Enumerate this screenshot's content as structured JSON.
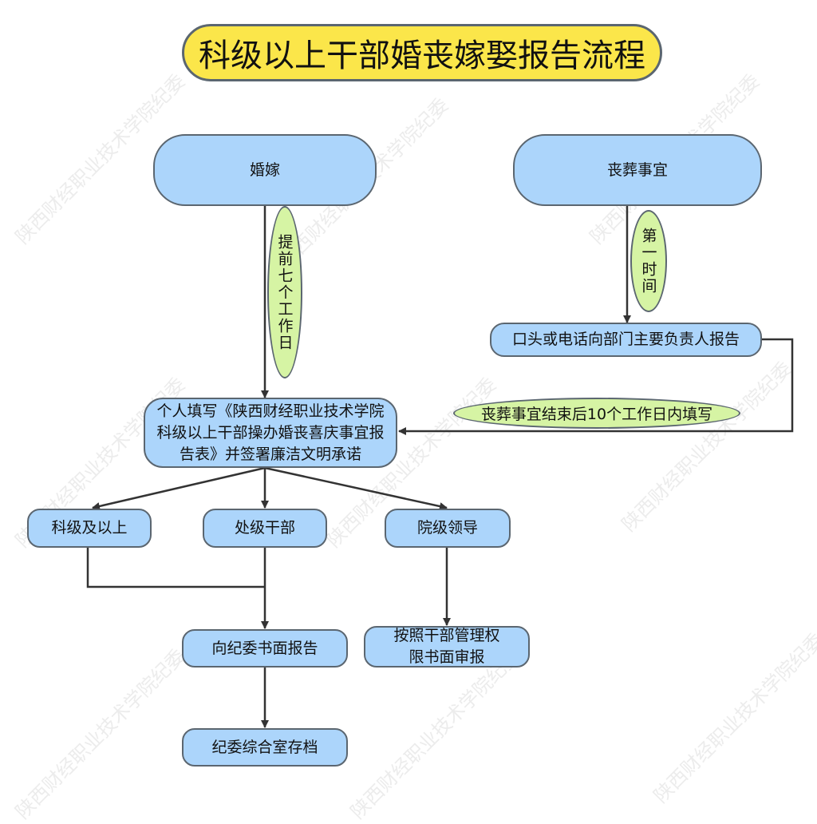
{
  "title": "科级以上干部婚丧嫁娶报告流程",
  "watermark": "陕西财经职业技术学院纪委",
  "nodes": {
    "marriage": "婚嫁",
    "funeral": "丧葬事宜",
    "oral_report": "口头或电话向部门主要负责人报告",
    "fill_form": "个人填写《陕西财经职业技术学院科级以上干部操办婚丧喜庆事宜报告表》并签署廉洁文明承诺",
    "section_level": "科级及以上",
    "division_level": "处级干部",
    "college_level": "院级领导",
    "report_commission": "向纪委书面报告",
    "report_by_authority": "按照干部管理权限书面审报",
    "archive": "纪委综合室存档"
  },
  "labels": {
    "seven_days": "提前七个工作日",
    "first_time": "第一时间",
    "ten_days": "丧葬事宜结束后10个工作日内填写"
  },
  "colors": {
    "box": "#acd5fb",
    "label": "#d6f4a4",
    "title": "#fbe64a",
    "line": "#333333"
  }
}
